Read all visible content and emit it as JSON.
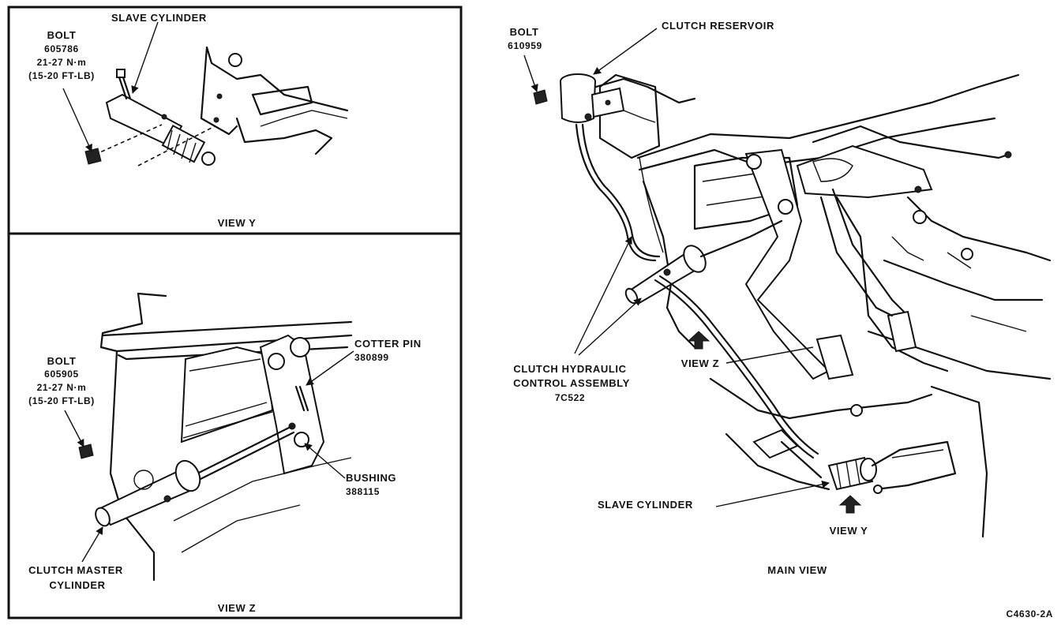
{
  "view_y": {
    "title": "VIEW Y",
    "slave_cylinder": "SLAVE CYLINDER",
    "bolt": [
      "BOLT",
      "605786",
      "21-27 N·m",
      "(15-20 FT-LB)"
    ]
  },
  "view_z": {
    "title": "VIEW Z",
    "bolt": [
      "BOLT",
      "605905",
      "21-27 N·m",
      "(15-20 FT-LB)"
    ],
    "cotter_pin": [
      "COTTER PIN",
      "380899"
    ],
    "bushing": [
      "BUSHING",
      "388115"
    ],
    "master_cylinder": [
      "CLUTCH MASTER",
      "CYLINDER"
    ]
  },
  "main_view": {
    "title": "MAIN VIEW",
    "bolt": [
      "BOLT",
      "610959"
    ],
    "reservoir": "CLUTCH RESERVOIR",
    "hydraulic": [
      "CLUTCH HYDRAULIC",
      "CONTROL ASSEMBLY",
      "7C522"
    ],
    "view_z_marker": "VIEW Z",
    "slave_cylinder": "SLAVE CYLINDER",
    "view_y_marker": "VIEW Y"
  },
  "figure_code": "C4630-2A"
}
